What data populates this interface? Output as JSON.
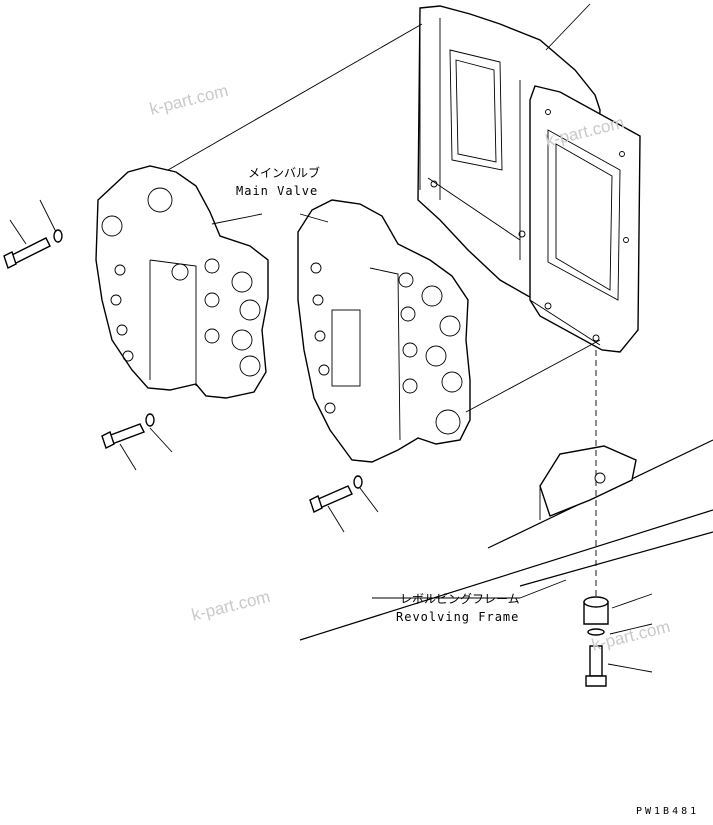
{
  "labels": {
    "main_valve_jp": "メインバルブ",
    "main_valve_en": "Main Valve",
    "frame_jp": "レボルビングフレーム",
    "frame_en": "Revolving Frame"
  },
  "watermarks": [
    "k-part.com",
    "k-part.com",
    "k-part.com",
    "k-part.com"
  ],
  "drawing_code": "PW1B481"
}
